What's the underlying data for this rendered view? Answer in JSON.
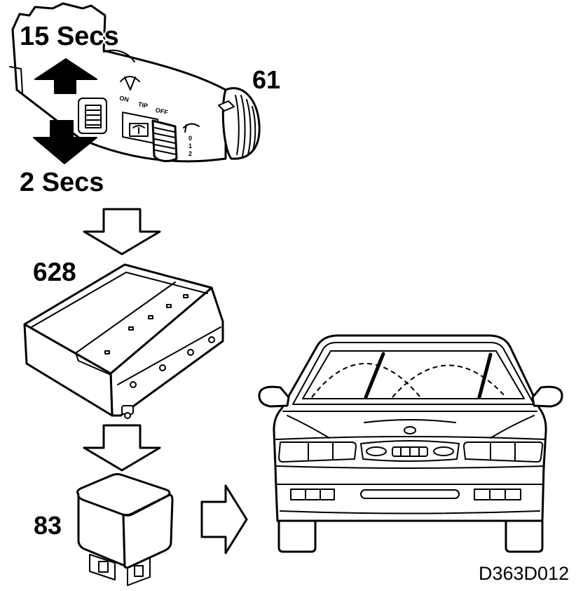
{
  "labels": {
    "duration_long": "15 Secs",
    "duration_short": "2 Secs",
    "wiper_switch": "61",
    "control_module": "628",
    "relay": "83",
    "figure_code": "D363D012"
  },
  "switch_markings": {
    "modes": [
      "ON",
      "TIP",
      "OFF"
    ],
    "speeds": [
      "0",
      "1",
      "2"
    ]
  },
  "colors": {
    "line": "#000000",
    "background": "#ffffff"
  }
}
